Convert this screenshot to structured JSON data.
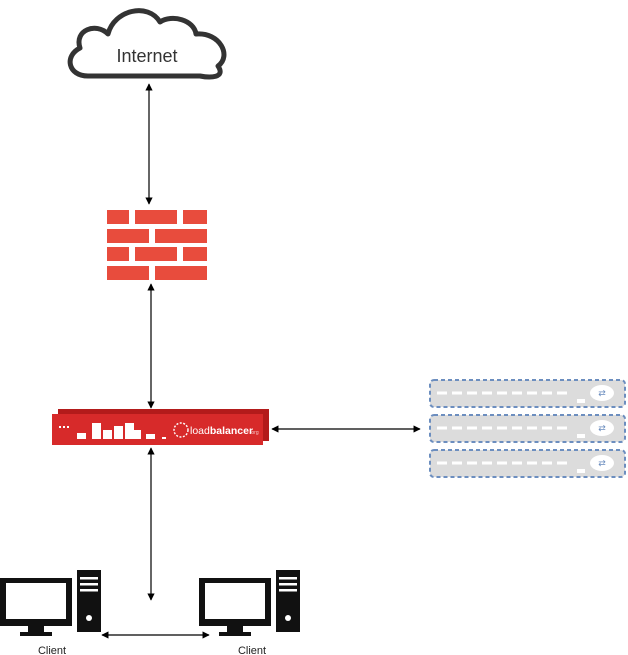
{
  "internet": {
    "label": "Internet"
  },
  "load_balancer": {
    "logo_light": "load",
    "logo_bold": "balancer",
    "logo_suffix": ".org"
  },
  "clients": [
    {
      "label": "Client"
    },
    {
      "label": "Client"
    }
  ],
  "servers": [
    {},
    {},
    {}
  ],
  "colors": {
    "firewall": "#e84c3d",
    "lb_red": "#d72a2a",
    "lb_dark": "#b31b1b",
    "server_fill": "#dcdcdc",
    "server_border": "#6c8ebf",
    "connector": "#000000"
  }
}
